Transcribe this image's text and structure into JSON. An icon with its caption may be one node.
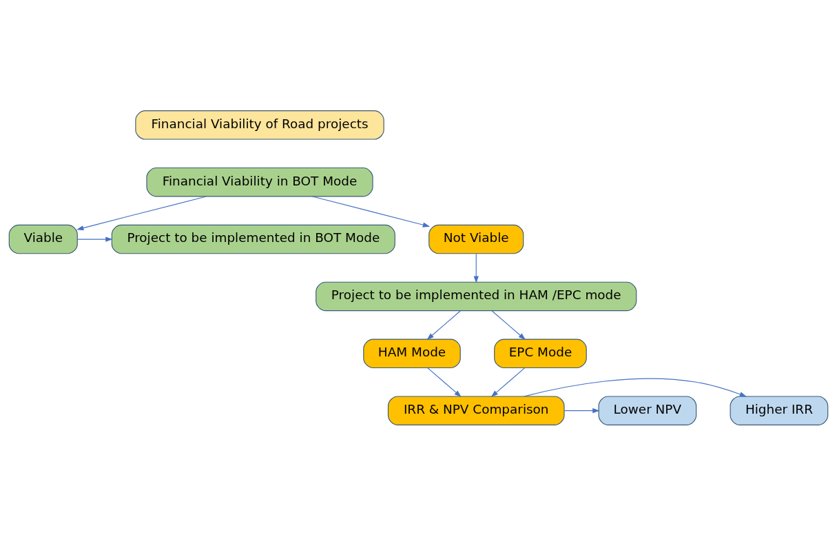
{
  "diagram": {
    "nodes": [
      {
        "text": [
          "Financial Viability of Road projects"
        ]
      },
      {
        "text": [
          "Financial Viability in BOT Mode"
        ]
      },
      {
        "text": [
          "Viable"
        ]
      },
      {
        "text": [
          "Project to be implemented in BOT Mode"
        ]
      },
      {
        "text": [
          "Not Viable"
        ]
      },
      {
        "text": [
          "Project to be implemented in HAM /EPC mode"
        ]
      },
      {
        "text": [
          "HAM Mode"
        ]
      },
      {
        "text": [
          "EPC Mode"
        ]
      },
      {
        "text": [
          "IRR & NPV Comparison"
        ]
      },
      {
        "text": [
          "Higher IRR"
        ]
      },
      {
        "text": [
          "Lower NPV"
        ]
      }
    ],
    "edges": [
      {
        "from": 1,
        "to": 2,
        "arrow": "to"
      },
      {
        "from": 1,
        "to": 4,
        "arrow": "to"
      },
      {
        "from": 2,
        "to": 3,
        "arrow": "to"
      },
      {
        "from": 4,
        "to": 5,
        "arrow": "to"
      },
      {
        "from": 5,
        "to": 6,
        "arrow": "to"
      },
      {
        "from": 5,
        "to": 7,
        "arrow": "to"
      },
      {
        "from": 6,
        "to": 8,
        "arrow": "to"
      },
      {
        "from": 7,
        "to": 8,
        "arrow": "to"
      },
      {
        "from": 8,
        "to": 9,
        "arrow": "to"
      },
      {
        "from": 8,
        "to": 10,
        "arrow": "to"
      }
    ]
  }
}
